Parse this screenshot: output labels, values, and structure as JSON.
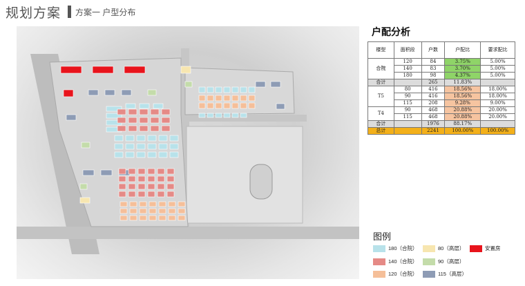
{
  "header": {
    "title": "规划方案",
    "subtitle": "方案一 户型分布"
  },
  "analysis": {
    "title": "户配分析",
    "columns": [
      "楼型",
      "面积段",
      "户数",
      "户配比",
      "要求配比"
    ],
    "rows": [
      {
        "type": "合院",
        "area": "120",
        "units": "84",
        "ratio": "3.75%",
        "required": "5.00%"
      },
      {
        "type": "",
        "area": "140",
        "units": "83",
        "ratio": "3.70%",
        "required": "5.00%"
      },
      {
        "type": "",
        "area": "180",
        "units": "98",
        "ratio": "4.37%",
        "required": "5.00%"
      },
      {
        "type": "合计",
        "area": "",
        "units": "265",
        "ratio": "11.83%",
        "required": ""
      },
      {
        "type": "T5",
        "area": "80",
        "units": "416",
        "ratio": "18.56%",
        "required": "18.00%"
      },
      {
        "type": "",
        "area": "90",
        "units": "416",
        "ratio": "18.56%",
        "required": "18.00%"
      },
      {
        "type": "",
        "area": "115",
        "units": "208",
        "ratio": "9.28%",
        "required": "9.00%"
      },
      {
        "type": "T4",
        "area": "90",
        "units": "468",
        "ratio": "20.88%",
        "required": "20.00%"
      },
      {
        "type": "",
        "area": "115",
        "units": "468",
        "ratio": "20.88%",
        "required": "20.00%"
      },
      {
        "type": "合计",
        "area": "",
        "units": "1976",
        "ratio": "88.17%",
        "required": ""
      },
      {
        "type": "总计",
        "area": "",
        "units": "2241",
        "ratio": "100.00%",
        "required": "100.00%"
      }
    ]
  },
  "legend": {
    "title": "图例",
    "items": [
      {
        "label": "180（合院）",
        "color": "#b8e2ea"
      },
      {
        "label": "80（高层）",
        "color": "#f7e6b0"
      },
      {
        "label": "安置房",
        "color": "#e8141c"
      },
      {
        "label": "140（合院）",
        "color": "#e58a86"
      },
      {
        "label": "90（高层）",
        "color": "#c4dcaa"
      },
      {
        "label": "120（合院）",
        "color": "#f5bf99"
      },
      {
        "label": "115（高层）",
        "color": "#8e9cb5"
      }
    ]
  },
  "colors": {
    "green_cell": "#8fd468",
    "orange_cell": "#f6c4a0",
    "subtotal_row": "#dcdcdc",
    "total_row": "#f3b01a"
  }
}
